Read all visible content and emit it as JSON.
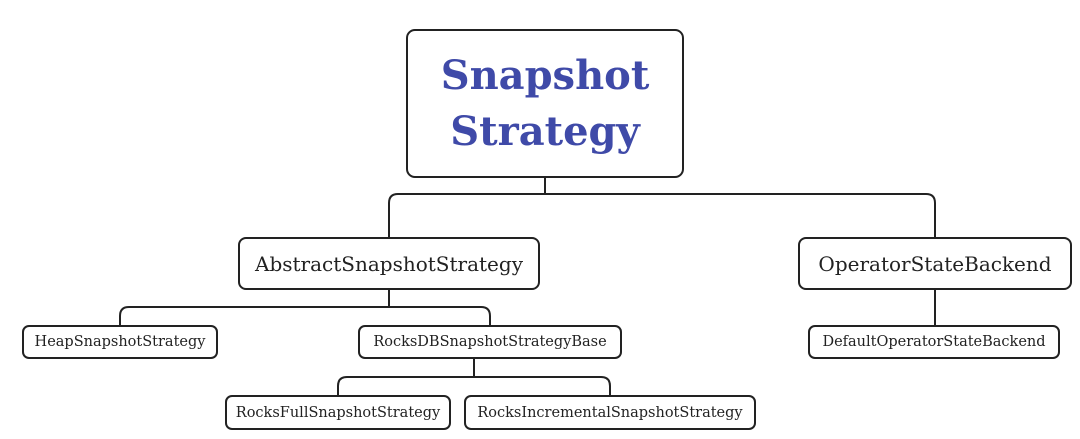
{
  "diagram": {
    "root": {
      "label": "Snapshot Strategy"
    },
    "abstract_strategy": {
      "label": "AbstractSnapshotStrategy",
      "children": {
        "heap": {
          "label": "HeapSnapshotStrategy"
        },
        "rocksdb_base": {
          "label": "RocksDBSnapshotStrategyBase",
          "children": {
            "full": {
              "label": "RocksFullSnapshotStrategy"
            },
            "incremental": {
              "label": "RocksIncrementalSnapshotStrategy"
            }
          }
        }
      }
    },
    "operator_backend": {
      "label": "OperatorStateBackend",
      "children": {
        "default": {
          "label": "DefaultOperatorStateBackend"
        }
      }
    }
  },
  "colors": {
    "root_text": "#3f4aa8",
    "node_border": "#222222",
    "connector": "#222222",
    "background": "#ffffff"
  }
}
